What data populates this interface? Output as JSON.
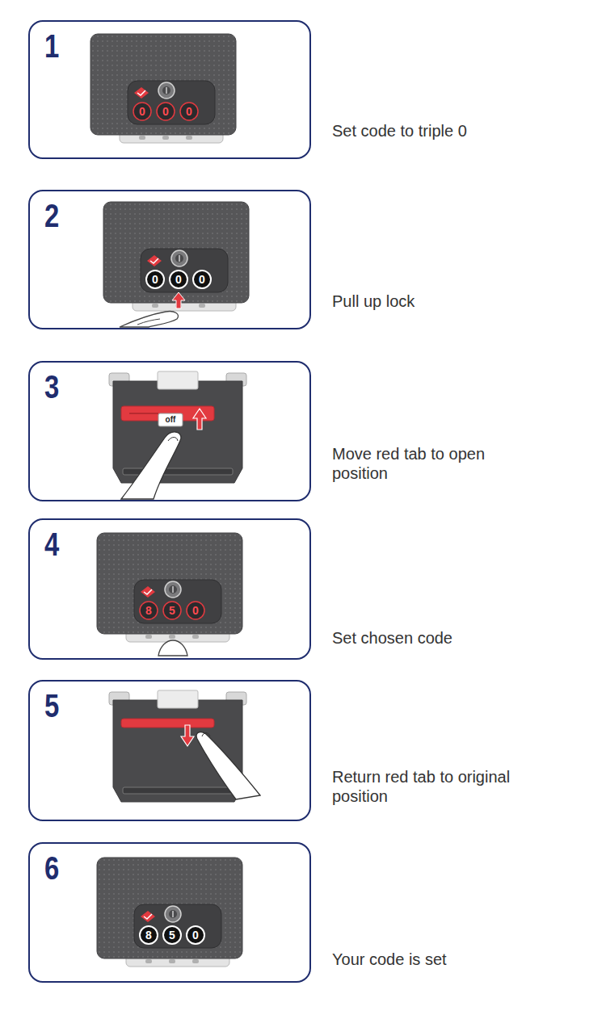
{
  "diagram": {
    "nodes": [
      {
        "text": [
          "1",
          "Set code to triple 0"
        ]
      },
      {
        "text": [
          "2",
          "Pull up lock"
        ]
      },
      {
        "text": [
          "3",
          "Move red tab to open position"
        ]
      },
      {
        "text": [
          "4",
          "Set chosen code"
        ]
      },
      {
        "text": [
          "5",
          "Return red tab to original position"
        ]
      },
      {
        "text": [
          "6",
          "Your code is set"
        ]
      }
    ],
    "labels": [
      "0",
      "0",
      "0",
      "0",
      "0",
      "0",
      "off",
      "8",
      "5",
      "0",
      "8",
      "5",
      "0"
    ]
  }
}
